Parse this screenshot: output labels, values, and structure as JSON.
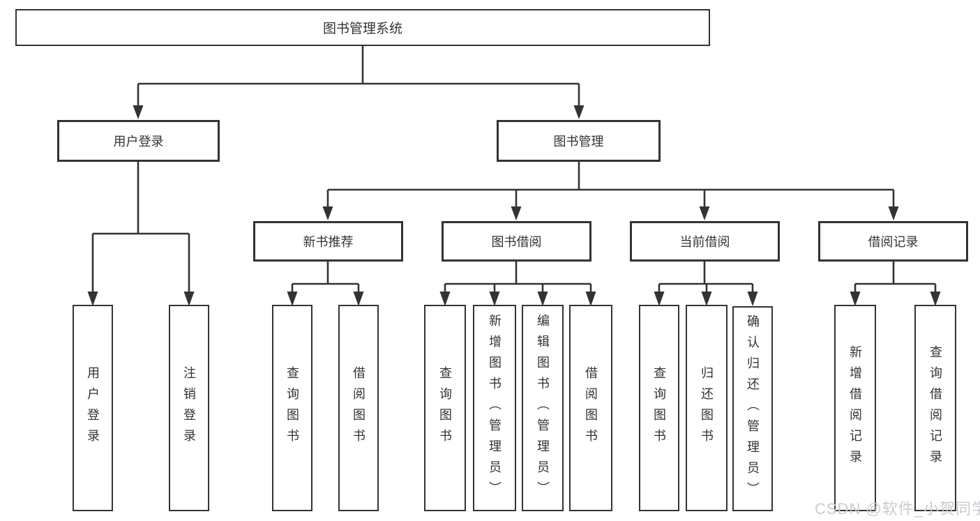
{
  "theme": {
    "line_color": "#333333",
    "box_bg": "#ffffff",
    "canvas_bg": "#ffffff",
    "text_color": "#333333",
    "watermark_color": "#c9cbd1"
  },
  "tree": {
    "label": "图书管理系统",
    "children": [
      {
        "label": "用户登录",
        "children": [
          {
            "label": "用户登录"
          },
          {
            "label": "注销登录"
          }
        ]
      },
      {
        "label": "图书管理",
        "children": [
          {
            "label": "新书推荐",
            "children": [
              {
                "label": "查询图书"
              },
              {
                "label": "借阅图书"
              }
            ]
          },
          {
            "label": "图书借阅",
            "children": [
              {
                "label": "查询图书"
              },
              {
                "label": "新增图书（管理员）"
              },
              {
                "label": "编辑图书（管理员）"
              },
              {
                "label": "借阅图书"
              }
            ]
          },
          {
            "label": "当前借阅",
            "children": [
              {
                "label": "查询图书"
              },
              {
                "label": "归还图书"
              },
              {
                "label": "确认归还（管理员）"
              }
            ]
          },
          {
            "label": "借阅记录",
            "children": [
              {
                "label": "新增借阅记录"
              },
              {
                "label": "查询借阅记录"
              }
            ]
          }
        ]
      }
    ]
  },
  "watermark": {
    "text": "CSDN @软件_小贺同学"
  }
}
